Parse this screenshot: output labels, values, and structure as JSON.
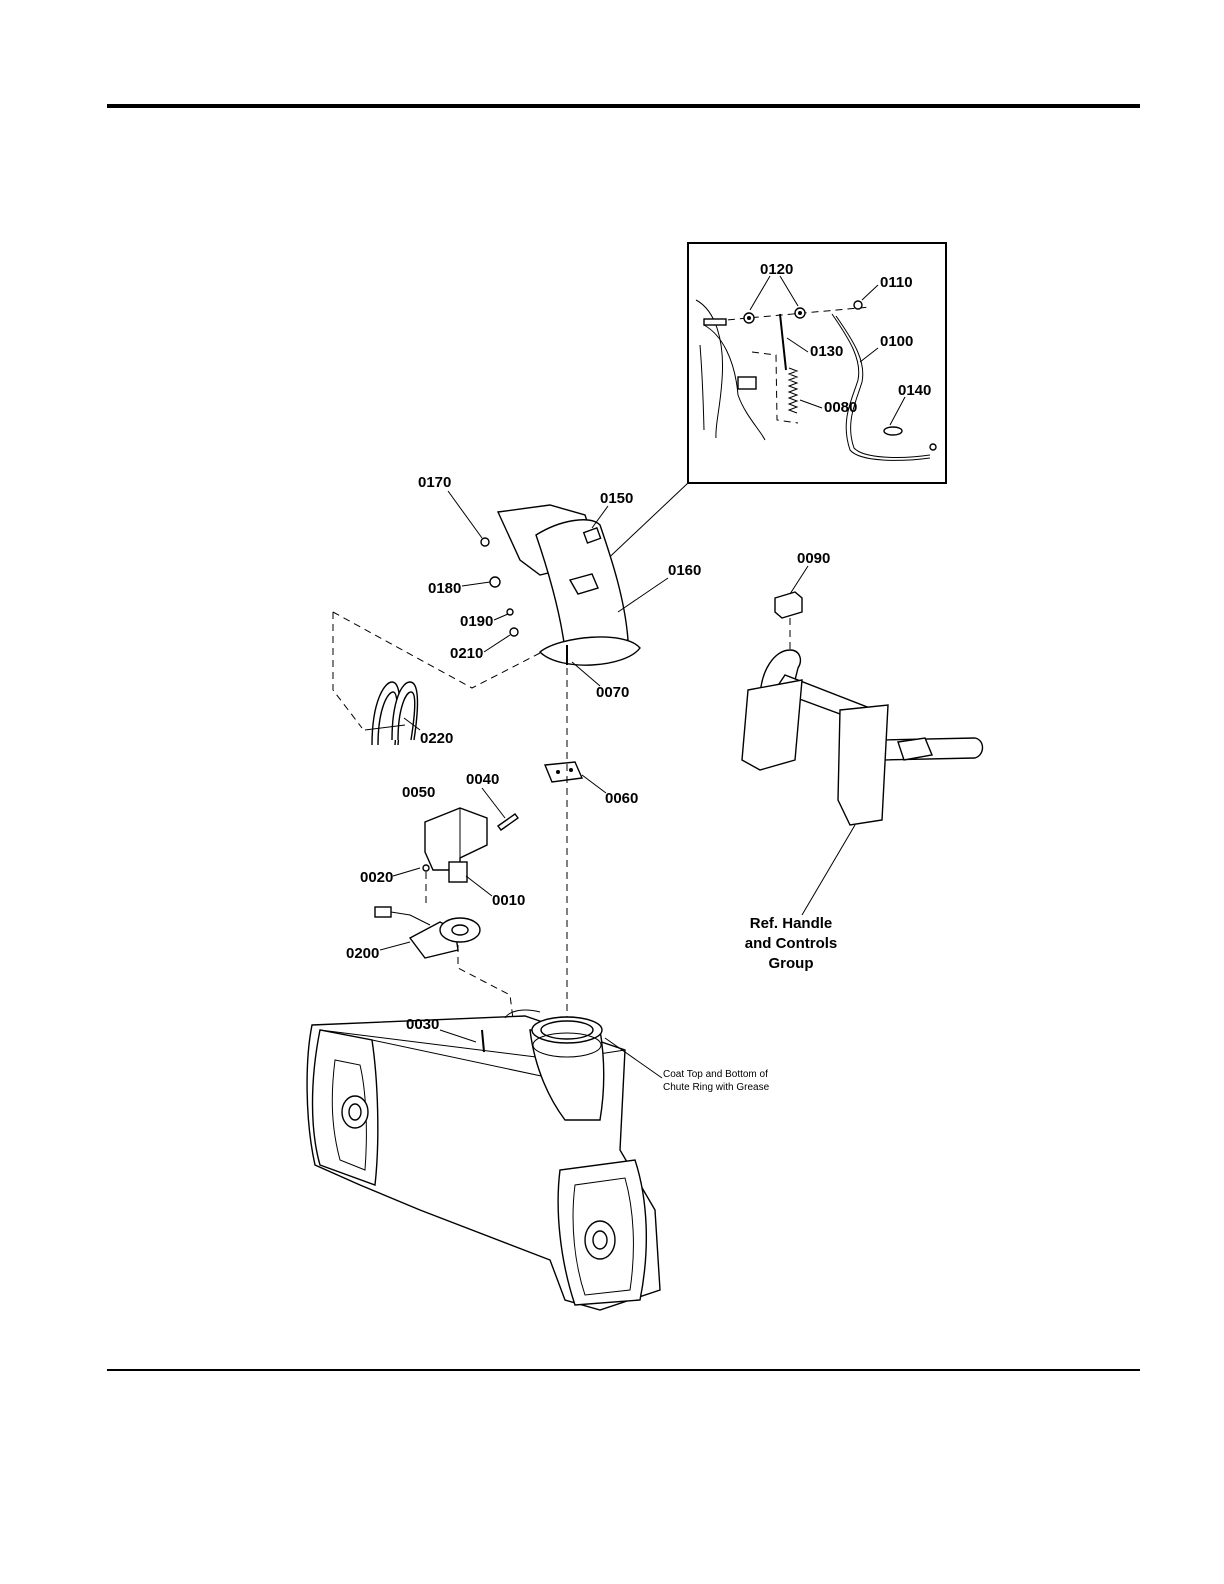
{
  "callouts": {
    "c0010": "0010",
    "c0020": "0020",
    "c0030": "0030",
    "c0040": "0040",
    "c0050": "0050",
    "c0060": "0060",
    "c0070": "0070",
    "c0080": "0080",
    "c0090": "0090",
    "c0100": "0100",
    "c0110": "0110",
    "c0120": "0120",
    "c0130": "0130",
    "c0140": "0140",
    "c0150": "0150",
    "c0160": "0160",
    "c0170": "0170",
    "c0180": "0180",
    "c0190": "0190",
    "c0200": "0200",
    "c0210": "0210",
    "c0220": "0220"
  },
  "notes": {
    "grease_line1": "Coat Top and Bottom of",
    "grease_line2": "Chute Ring with Grease",
    "ref_line1": "Ref. Handle",
    "ref_line2": "and Controls",
    "ref_line3": "Group"
  }
}
